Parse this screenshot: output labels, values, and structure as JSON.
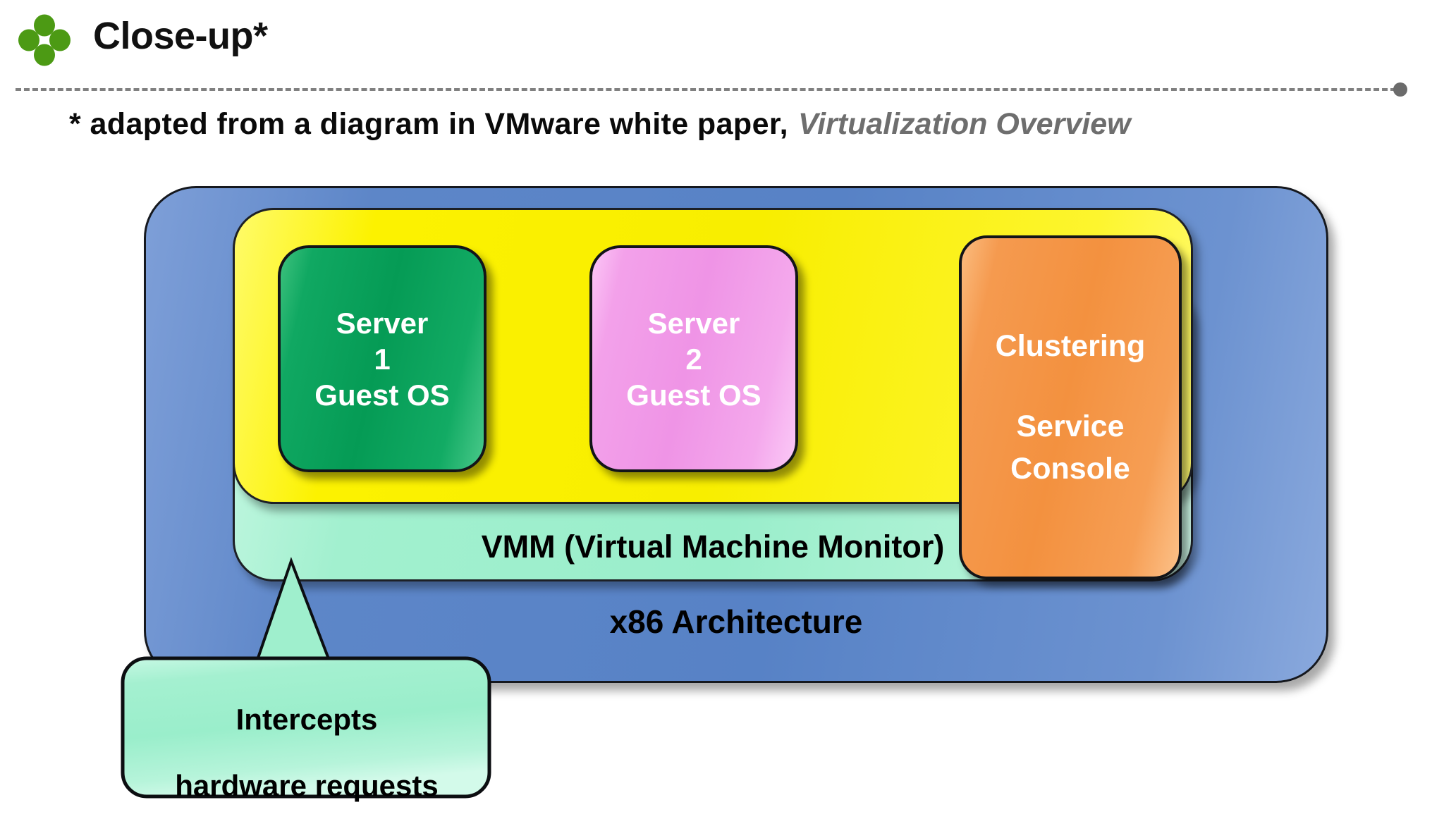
{
  "header": {
    "bullet_icon": "four-dot-diamond-icon",
    "bullet_color": "#4C9A14",
    "title": "Close-up*",
    "divider_color": "#808080"
  },
  "subtitle": {
    "prefix": "* adapted from a diagram in VMware white paper,",
    "source_title": "Virtualization Overview",
    "source_title_color": "#6E6E6E"
  },
  "diagram": {
    "type": "layered-architecture-stack",
    "layers": [
      {
        "name": "x86 Architecture",
        "label": "x86 Architecture",
        "color": "#5782C6",
        "text_color": "#000000"
      },
      {
        "name": "VMM",
        "label": "VMM (Virtual Machine Monitor)",
        "color": "#9AEECB",
        "text_color": "#000000"
      },
      {
        "name": "Virtualization Layer",
        "label": "",
        "color": "#F8EE00",
        "text_color": "#000000"
      }
    ],
    "nodes": [
      {
        "id": "server-1",
        "lines": [
          "Server",
          "1",
          "Guest OS"
        ],
        "color": "#059B55",
        "text_color": "#FFFFFF"
      },
      {
        "id": "server-2",
        "lines": [
          "Server",
          "2",
          "Guest OS"
        ],
        "color": "#EF94E6",
        "text_color": "#FFFFFF"
      },
      {
        "id": "clustering-service-console",
        "lines_top": [
          "Clustering"
        ],
        "lines_bottom": [
          "Service",
          "Console"
        ],
        "color": "#F3913F",
        "text_color": "#FFFFFF"
      }
    ],
    "callout": {
      "id": "vmm-callout",
      "line1": "Intercepts",
      "line2": "hardware requests",
      "color": "#9AEECB",
      "border_color": "#000000",
      "points_to": "VMM"
    }
  }
}
